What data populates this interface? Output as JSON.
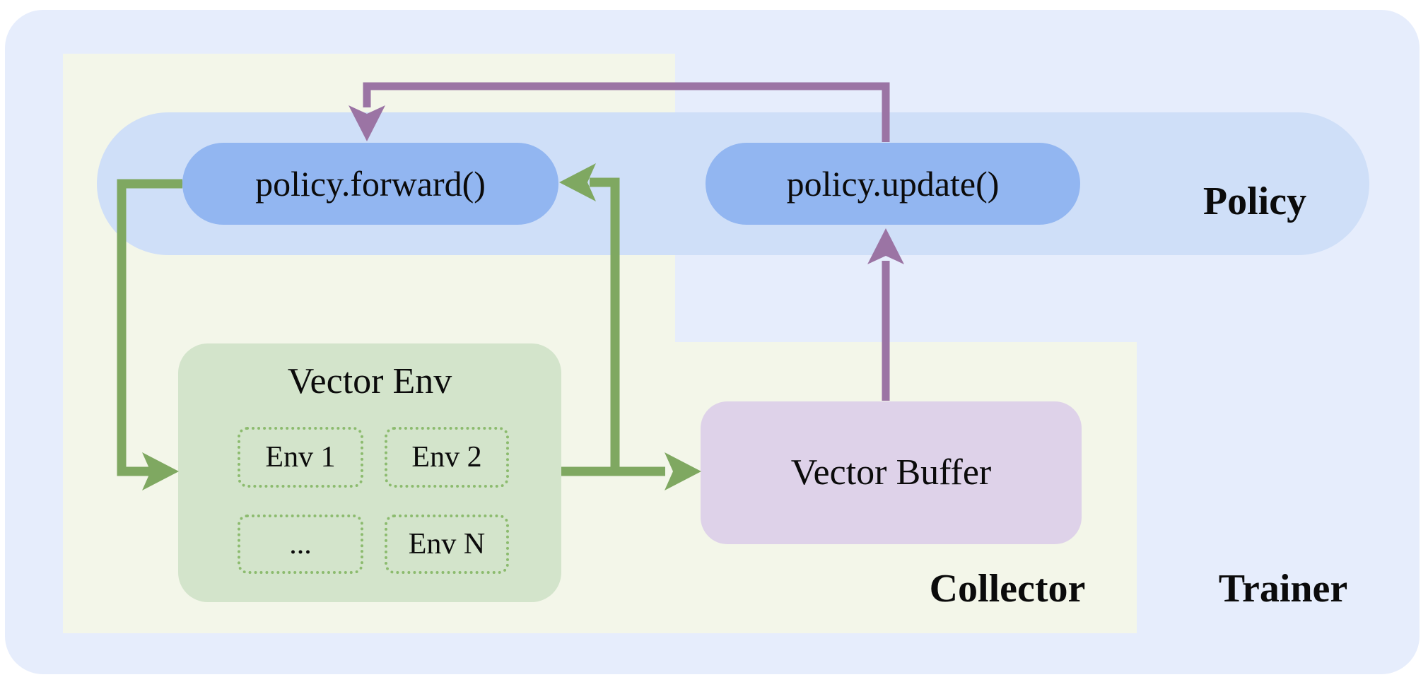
{
  "diagram": {
    "labels": {
      "policy": "Policy",
      "collector": "Collector",
      "trainer": "Trainer"
    },
    "nodes": {
      "policy_forward": "policy.forward()",
      "policy_update": "policy.update()",
      "vector_env_title": "Vector Env",
      "env_items": [
        "Env 1",
        "Env 2",
        "...",
        "Env N"
      ],
      "vector_buffer": "Vector Buffer"
    },
    "edges": [
      {
        "from": "policy.forward()",
        "to": "Vector Env",
        "color": "green"
      },
      {
        "from": "Vector Env",
        "to": "Vector Buffer",
        "color": "green"
      },
      {
        "from": "Vector Env output line",
        "to": "policy.forward()",
        "color": "green"
      },
      {
        "from": "Vector Buffer",
        "to": "policy.update()",
        "color": "purple"
      },
      {
        "from": "policy.update()",
        "to": "policy.forward()",
        "color": "purple"
      }
    ],
    "colors": {
      "trainer_bg": "#e6edfc",
      "collector_bg": "#f3f6e9",
      "policy_band_bg": "#cfdff8",
      "pill_bg": "#92b6f1",
      "vector_env_bg": "#d3e4cb",
      "env_border": "#8cbb6e",
      "vector_buffer_bg": "#ded2e9",
      "green_arrow": "#7fa861",
      "purple_arrow": "#9b74a4",
      "text": "#0b0b0b"
    }
  }
}
